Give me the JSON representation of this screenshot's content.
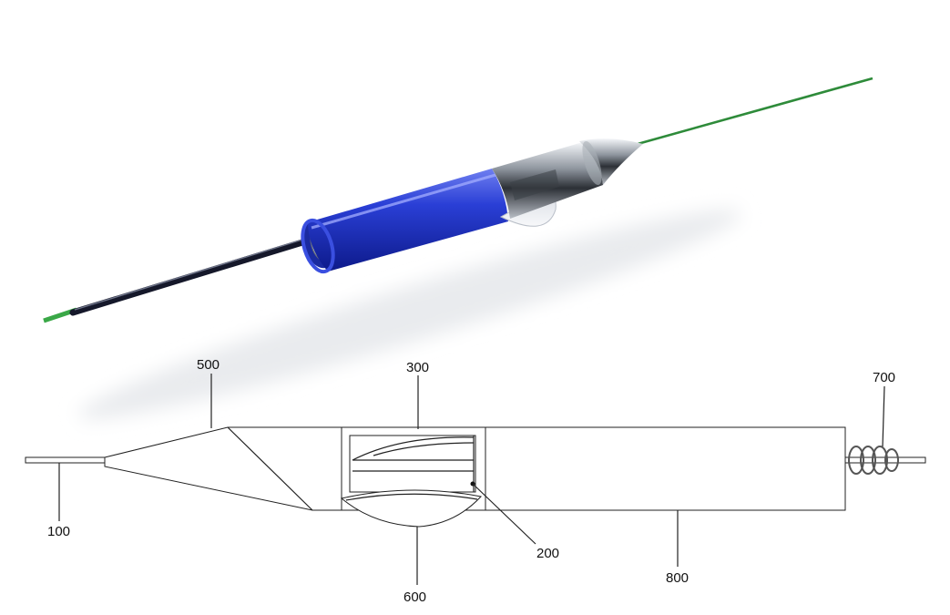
{
  "render": {
    "guidewire_color": "#2e8b3a",
    "sleeve_color": "#2338c8",
    "metal_color": "#c9ced6",
    "catheter_color": "#15182a"
  },
  "drawing": {
    "labels": {
      "l100": "100",
      "l200": "200",
      "l300": "300",
      "l500": "500",
      "l600": "600",
      "l700": "700",
      "l800": "800"
    }
  }
}
